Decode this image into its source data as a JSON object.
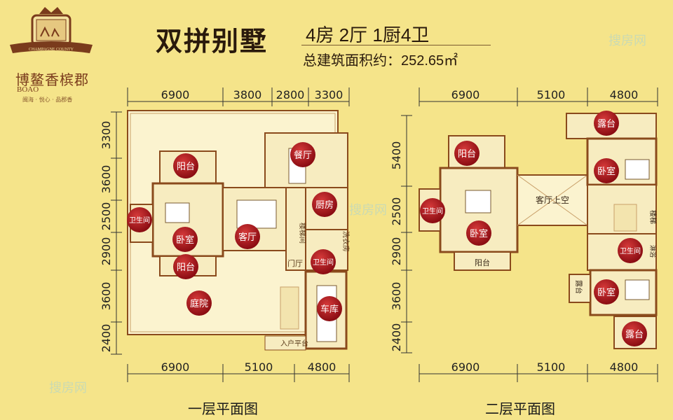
{
  "brand": {
    "logo_text": "CHAMPAGNE COUNTY",
    "name_cn": "博鳌香槟郡",
    "name_en": "BOAO",
    "slogan": "闽海 · 悦心 · 品郡香",
    "watermark": "搜房网"
  },
  "header": {
    "title": "双拼别墅",
    "rooms": "4房 2厅 1厨4卫",
    "area": "总建筑面积约：252.65㎡"
  },
  "plan1": {
    "caption": "一层平面图",
    "top_dims": [
      "6900",
      "3800",
      "2800",
      "3300"
    ],
    "bottom_dims": [
      "6900",
      "5100",
      "4800"
    ],
    "left_dims": [
      "3300",
      "3600",
      "2500",
      "2900",
      "3600",
      "2400"
    ],
    "labels": {
      "balcony_top": "阳台",
      "dining": "餐厅",
      "kitchen": "厨房",
      "bath_left": "卫生间",
      "bedroom": "卧室",
      "living": "客厅",
      "balcony_bottom": "阳台",
      "bath_right": "卫生间",
      "courtyard": "庭院",
      "garage": "车库",
      "stair": "楼梯间",
      "foyer": "门厅",
      "laundry": "洗衣房",
      "entry": "入户平台"
    }
  },
  "plan2": {
    "caption": "二层平面图",
    "top_dims": [
      "6900",
      "5100",
      "4800"
    ],
    "bottom_dims": [
      "6900",
      "5100",
      "4800"
    ],
    "left_dims": [
      "5400",
      "2500",
      "2900",
      "3600",
      "2400"
    ],
    "labels": {
      "terrace_top": "露台",
      "balcony_top": "阳台",
      "bedroom_right_top": "卧室",
      "living_void": "客厅上空",
      "bath_left": "卫生间",
      "bedroom_left": "卧室",
      "bath_right": "卫生间",
      "balcony_bottom": "阳台",
      "terrace_small": "露台",
      "bedroom_right_bottom": "卧室",
      "terrace_bottom": "露台",
      "stair": "楼梯",
      "shower": "淋浴"
    }
  },
  "colors": {
    "background": "#f5e48a",
    "room_fill": "#f9f0c8",
    "wall": "#8a4a1c",
    "badge": "#a8141a"
  }
}
